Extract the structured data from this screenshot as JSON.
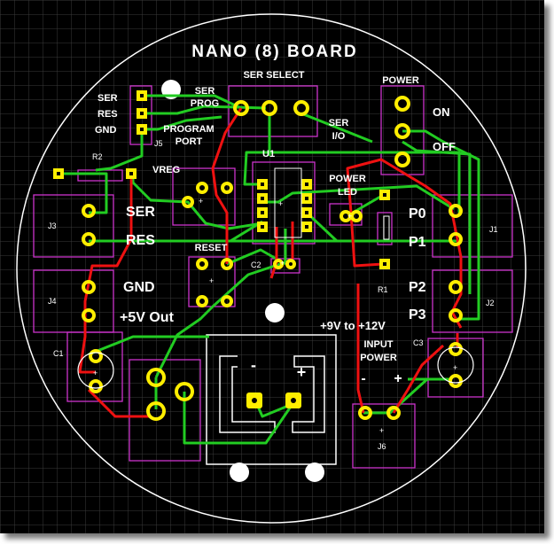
{
  "board": {
    "title": "NANO (8) BOARD",
    "colors": {
      "background": "#000000",
      "grid": "#3a3a3a",
      "trace_green": "#22cc22",
      "trace_red": "#ee1111",
      "silk": "#ffffff",
      "outline": "#cc33cc",
      "pad": "#ffee00"
    }
  },
  "labels": {
    "ser_select": "SER  SELECT",
    "power": "POWER",
    "ser_prog_1": "SER",
    "ser_prog_2": "PROG",
    "ser_io_1": "SER",
    "ser_io_2": "I/O",
    "on": "ON",
    "off": "OFF",
    "ser": "SER",
    "res": "RES",
    "gnd": "GND",
    "program_port_1": "PROGRAM",
    "program_port_2": "PORT",
    "j5": "J5",
    "r2": "R2",
    "vreg": "VREG",
    "u1": "U1",
    "power_led_1": "POWER",
    "power_led_2": "LED",
    "j3": "J3",
    "j1": "J1",
    "j4": "J4",
    "j2": "J2",
    "ser_big": "SER",
    "res_big": "RES",
    "gnd_big": "GND",
    "plus5v": "+5V Out",
    "reset": "RESET",
    "c2": "C2",
    "r1": "R1",
    "p0": "P0",
    "p1": "P1",
    "p2": "P2",
    "p3": "P3",
    "vin": "+9V to +12V",
    "input_power_1": "INPUT",
    "input_power_2": "POWER",
    "c1": "C1",
    "c3": "C3",
    "j6": "J6",
    "minus": "-",
    "plus": "+"
  }
}
